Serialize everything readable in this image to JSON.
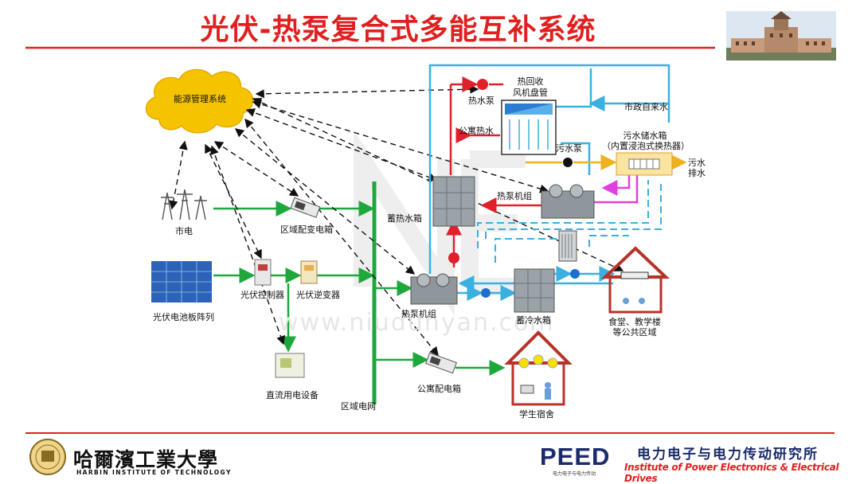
{
  "title": "光伏-热泵复合式多能互补系统",
  "watermark": "www.niudunyan.com",
  "labels": {
    "ems": "能源管理系统",
    "grid": "市电",
    "pv_array": "光伏电池板阵列",
    "pv_controller": "光伏控制器",
    "pv_inverter": "光伏逆变器",
    "district_box": "区域配变电箱",
    "dc_equipment": "直流用电设备",
    "district_grid": "区域电网",
    "apartment_box": "公寓配电箱",
    "dormitory": "学生宿舍",
    "heat_tank": "蓄热水箱",
    "heat_pump_lower": "热泵机组",
    "heat_pump_upper": "热泵机组",
    "cold_tank": "蓄冷水箱",
    "canteen": "食堂、教学楼等公共区域",
    "hot_water_pump": "热水泵",
    "heat_recovery_line1": "热回收",
    "heat_recovery_line2": "风机盘管",
    "apartment_hot_water": "公寓热水",
    "municipal_water": "市政自来水",
    "sewage_pump": "污水泵",
    "sewage_tank_line1": "污水储水箱",
    "sewage_tank_line2": "（内置浸泡式换热器）",
    "sewage_discharge_line1": "污水",
    "sewage_discharge_line2": "排水"
  },
  "footer": {
    "university_cn": "哈爾濱工業大學",
    "university_en": "HARBIN INSTITUTE OF TECHNOLOGY",
    "peed": "PEED",
    "peed_sub": "电力电子与电力传动",
    "institute_cn": "电力电子与电力传动研究所",
    "institute_en": "Institute of Power Electronics & Electrical Drives"
  },
  "colors": {
    "title": "#e02020",
    "rule": "#e02020",
    "power_line": "#1ea83c",
    "hot_water": "#e0202a",
    "water": "#3ab0e0",
    "sewage": "#f0b020",
    "heat_exchange": "#e040e0",
    "control_link": "#111111",
    "cloud": "#f5c400"
  }
}
